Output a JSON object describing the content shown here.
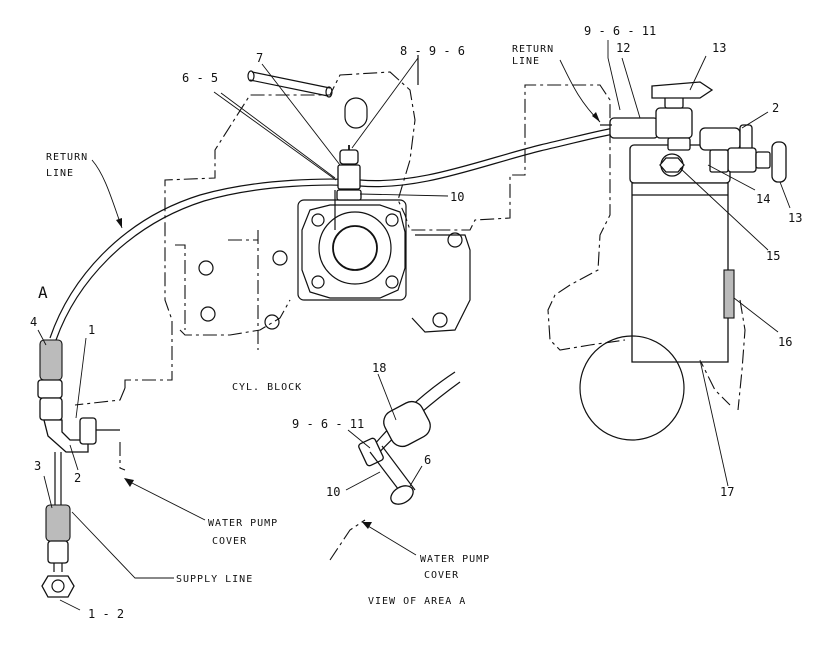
{
  "callouts": {
    "c_9_6_11_top": "9 - 6 - 11",
    "c_12": "12",
    "c_13_top": "13",
    "c_return_line_top_1": "RETURN",
    "c_return_line_top_2": "LINE",
    "c_7": "7",
    "c_8_9_6": "8 - 9 - 6",
    "c_6_5": "6 - 5",
    "c_2_right": "2",
    "c_10_top": "10",
    "c_14": "14",
    "c_13_right": "13",
    "c_return_line_left_1": "RETURN",
    "c_return_line_left_2": "LINE",
    "c_15": "15",
    "c_16": "16",
    "c_A": "A",
    "c_4": "4",
    "c_1": "1",
    "c_2_left": "2",
    "c_3": "3",
    "c_cyl_block": "CYL. BLOCK",
    "c_18": "18",
    "c_9_6_11_view": "9 - 6 - 11",
    "c_6_view": "6",
    "c_10_view": "10",
    "c_17": "17",
    "c_water_pump_cover_1": "WATER PUMP",
    "c_water_pump_cover_2": "COVER",
    "c_water_pump_cover_view_1": "WATER PUMP",
    "c_water_pump_cover_view_2": "COVER",
    "c_supply_line": "SUPPLY LINE",
    "c_view_of_area_a": "VIEW OF AREA A",
    "c_1_2": "1 - 2"
  }
}
